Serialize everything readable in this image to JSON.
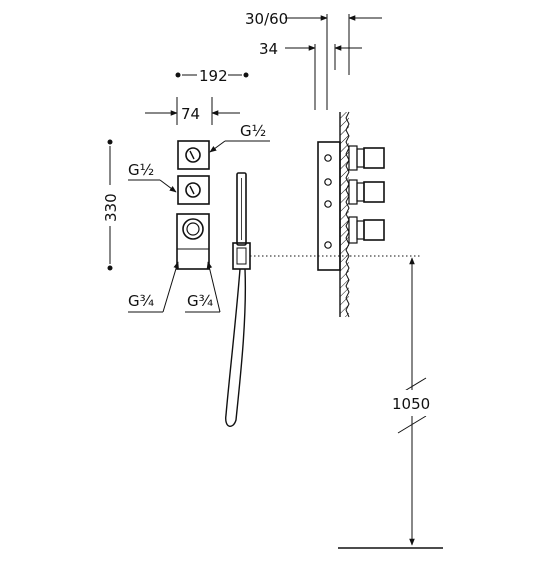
{
  "dimensions": {
    "wall_depth": "30/60",
    "body_depth": "34",
    "plate_spacing": "192",
    "plate_width": "74",
    "total_height": "330",
    "install_height": "1050"
  },
  "threads": {
    "top_right": "G½",
    "middle_left": "G½",
    "bottom_left": "G¾",
    "bottom_right": "G¾"
  },
  "colors": {
    "line": "#111111",
    "background": "#ffffff"
  }
}
